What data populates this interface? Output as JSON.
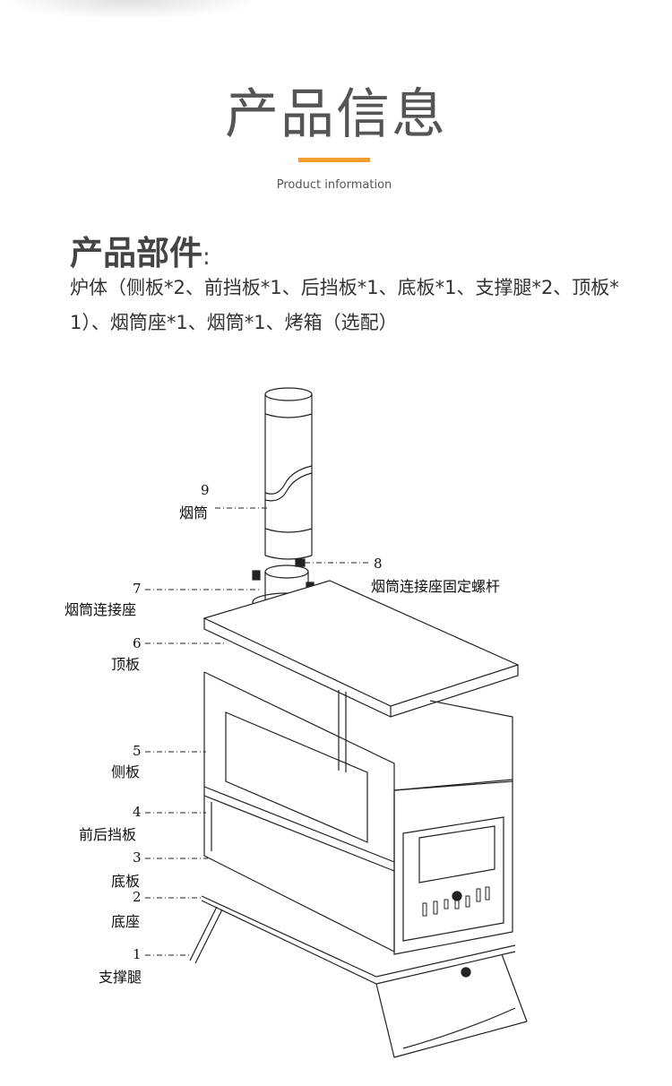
{
  "header": {
    "title": "产品信息",
    "subtitle": "Product information",
    "accent_color": "#f39c2f"
  },
  "parts": {
    "heading": "产品部件",
    "colon": ":",
    "description": "炉体（侧板*2、前挡板*1、后挡板*1、底板*1、支撑腿*2、顶板*1）、烟筒座*1、烟筒*1、烤箱（选配）"
  },
  "diagram": {
    "callouts": [
      {
        "num": "9",
        "label": "烟筒"
      },
      {
        "num": "8",
        "label": "烟筒连接座固定螺杆"
      },
      {
        "num": "7",
        "label": "烟筒连接座"
      },
      {
        "num": "6",
        "label": "顶板"
      },
      {
        "num": "5",
        "label": "侧板"
      },
      {
        "num": "4",
        "label": "前后挡板"
      },
      {
        "num": "3",
        "label": "底板"
      },
      {
        "num": "2",
        "label": "底座"
      },
      {
        "num": "1",
        "label": "支撑腿"
      }
    ]
  }
}
